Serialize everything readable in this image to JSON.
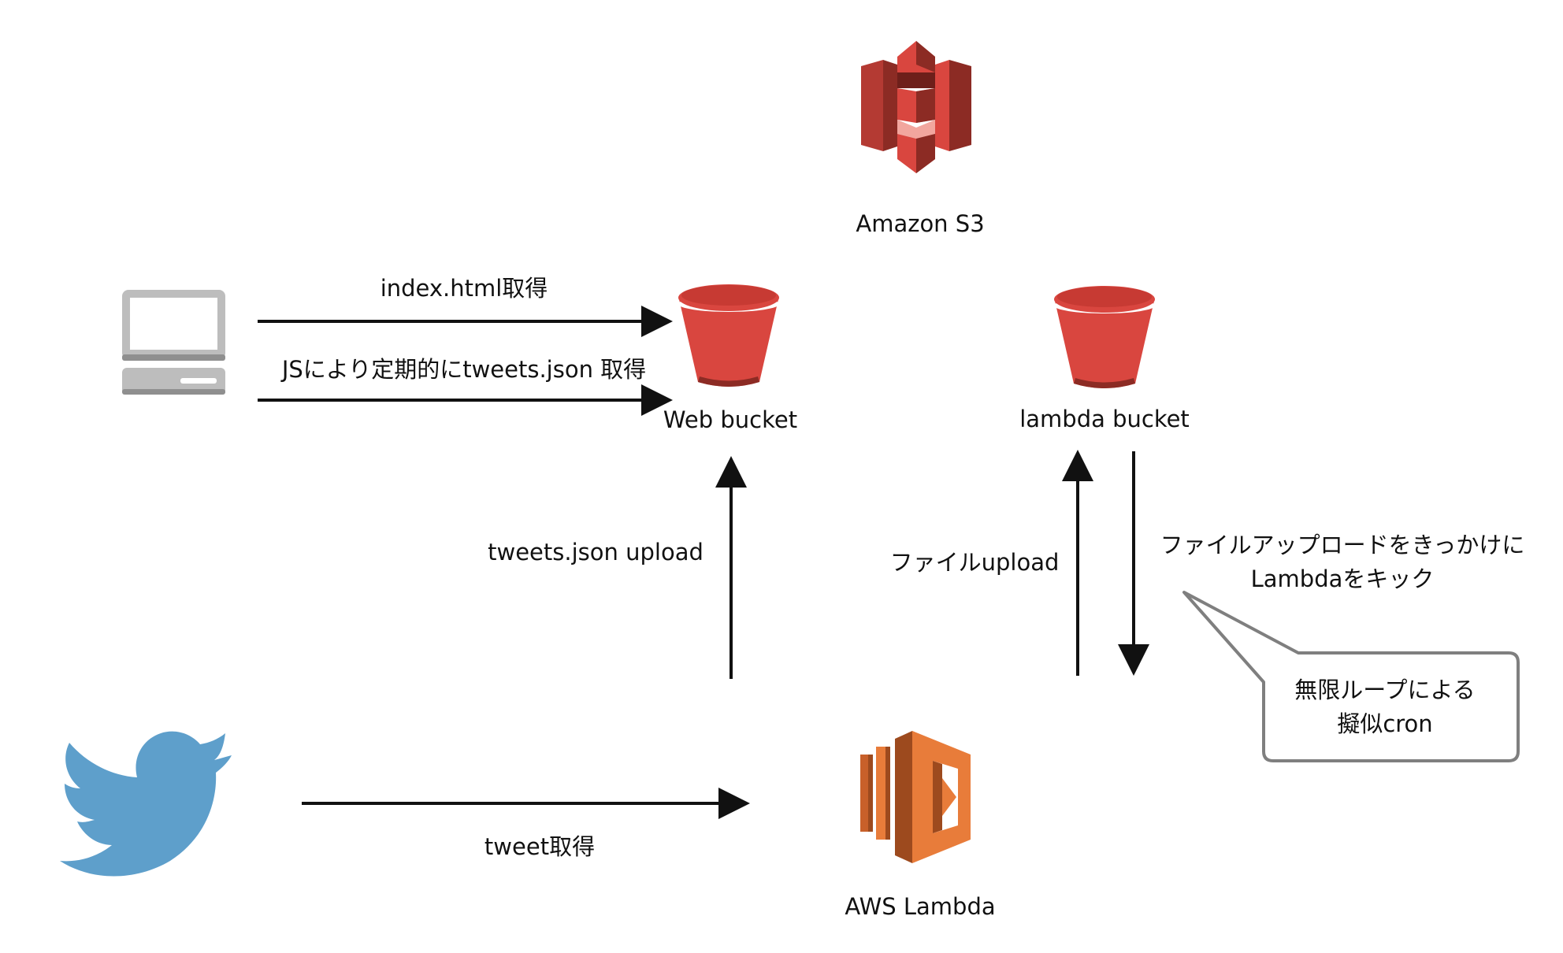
{
  "services": {
    "s3": {
      "label": "Amazon S3",
      "icon": "amazon-s3-icon"
    },
    "lambda": {
      "label": "AWS Lambda",
      "icon": "aws-lambda-icon"
    }
  },
  "buckets": {
    "web": {
      "label": "Web bucket",
      "icon": "s3-bucket-icon"
    },
    "lambda": {
      "label": "lambda bucket",
      "icon": "s3-bucket-icon"
    }
  },
  "actors": {
    "client": {
      "icon": "computer-icon"
    },
    "twitter": {
      "icon": "twitter-bird-icon"
    }
  },
  "flows": {
    "index_fetch": "index.html取得",
    "json_poll": "JSにより定期的にtweets.json 取得",
    "tweets_upload": "tweets.json upload",
    "file_upload": "ファイルupload",
    "kick_line1": "ファイルアップロードをきっかけに",
    "kick_line2": "Lambdaをキック",
    "tweet_fetch": "tweet取得"
  },
  "callout": {
    "line1": "無限ループによる",
    "line2": "擬似cron"
  },
  "colors": {
    "s3_red": "#D9463F",
    "s3_dark": "#8C2B24",
    "lambda_orange": "#E87C3A",
    "lambda_dark": "#9D4A1E",
    "twitter_blue": "#5E9FCB",
    "computer_gray": "#A6A6A6",
    "arrow": "#111111",
    "callout_border": "#7F7F7F"
  }
}
